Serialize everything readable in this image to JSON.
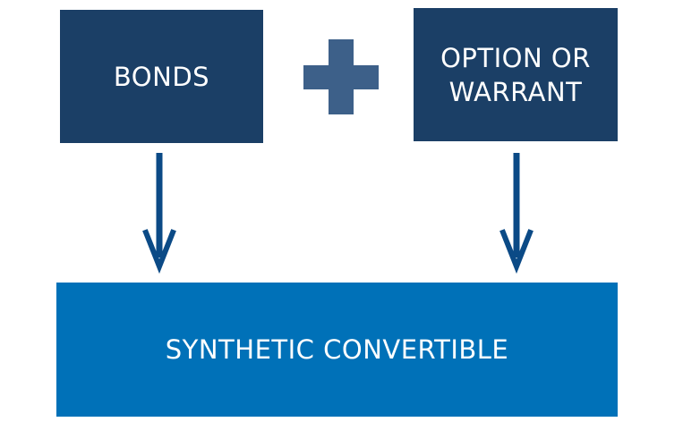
{
  "diagram": {
    "nodes": {
      "bonds": {
        "label": "BONDS"
      },
      "option": {
        "label": "OPTION OR\nWARRANT"
      },
      "synthetic": {
        "label": "SYNTHETIC CONVERTIBLE"
      }
    },
    "operator": {
      "symbol": "plus"
    },
    "edges": [
      {
        "from": "bonds",
        "to": "synthetic"
      },
      {
        "from": "option",
        "to": "synthetic"
      }
    ]
  },
  "colors": {
    "dark_box": "#1b3f66",
    "light_box": "#0071b8",
    "plus": "#3d6089",
    "arrow": "#0b4a86"
  }
}
